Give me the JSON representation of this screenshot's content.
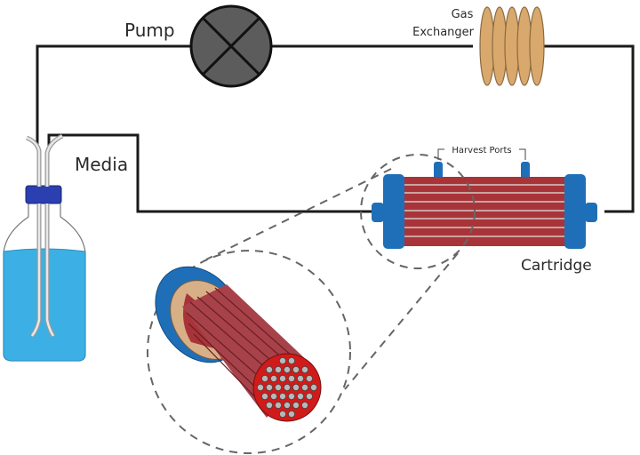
{
  "labels": {
    "pump": "Pump",
    "gas_exchanger_line1": "Gas",
    "gas_exchanger_line2": "Exchanger",
    "media": "Media",
    "harvest_ports": "Harvest Ports",
    "cartridge": "Cartridge"
  },
  "colors": {
    "tubing": "#1a1a1a",
    "pump": "#5c5c5c",
    "gas_exchanger": "#d9a86c",
    "media_liquid": "#3cb0e4",
    "bottle_cap": "#2b3fb0",
    "cartridge_fibers": "#a8343a",
    "cartridge_caps": "#1f6fb8",
    "fiber_lumen": "#b0b0b0",
    "end_face": "#d11a1a"
  },
  "gas_exchanger_coils": 5
}
